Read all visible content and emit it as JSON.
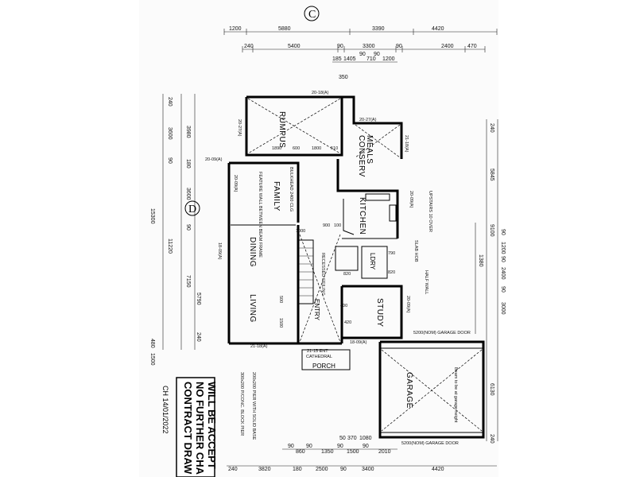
{
  "title": "",
  "section_markers": {
    "top": "C",
    "left": "D"
  },
  "dims_top_row1": [
    "1200",
    "5880",
    "3390",
    "4420"
  ],
  "dims_top_row2": [
    "240",
    "5400",
    "90",
    "3300",
    "90",
    "2400",
    "470"
  ],
  "dims_top_row3": [
    "185",
    "1405",
    "90",
    "710",
    "90",
    "1200"
  ],
  "dim_350": "350",
  "dims_bottom_row1": [
    "90",
    "860",
    "90",
    "1350",
    "90",
    "1500",
    "90",
    "2010"
  ],
  "dims_bottom_row1b": [
    "50",
    "370",
    "1080"
  ],
  "dims_bottom_row2": [
    "240",
    "3820",
    "180",
    "2500",
    "90",
    "3400",
    "4420"
  ],
  "dims_left": [
    "240",
    "3980",
    "180",
    "3600",
    "90",
    "3600",
    "90",
    "7150",
    "5790",
    "240",
    "480",
    "1500",
    "15300",
    "11220"
  ],
  "dims_right": [
    "240",
    "5845",
    "90",
    "1200",
    "90",
    "2400",
    "90",
    "3000",
    "1380",
    "9100",
    "6130",
    "240"
  ],
  "rooms": {
    "rumpus": "RUMPUS",
    "meals": "MEALS",
    "conserv": "CONSERV",
    "family": "FAMILY",
    "kitchen": "KITCHEN",
    "dining": "DINING",
    "living": "LIVING",
    "study": "STUDY",
    "entry": "ENTRY",
    "ldry": "LDRY",
    "porch": "PORCH",
    "garage": "GARAGE"
  },
  "room_dims": {
    "rumpus_inner": [
      "1890",
      "600",
      "1800",
      "510"
    ],
    "windows": [
      "20-18(A)",
      "20-27(A)",
      "20-27(A)",
      "20-09(A)",
      "20-09(A)",
      "18-09(A)",
      "21-18(A)",
      "20-09(A)",
      "18-09(A)",
      "21-15 ENT",
      "20-09(A)",
      "21-18(A)"
    ],
    "entry_dims": [
      "900",
      "100",
      "500",
      "1500",
      "400",
      "420",
      "820",
      "820",
      "1000",
      "790"
    ],
    "garage_doors": [
      "5200(NOM) GARAGE DOOR",
      "5200(NOM) GARAGE DOOR"
    ],
    "cathedral": "CATHEDRAL"
  },
  "notes": {
    "feature_wall": "FEATURE WALL BETWEEN BEAM FRAME",
    "bulkhead": "BULKHEAD 2400 CLG",
    "pier": "200x200 PIER WITH SOLID BASE",
    "recessed": "RECESSED CEILING",
    "half_wall": "HALF WALL",
    "tile_shower": "SLAB HOB",
    "store": "300x200 P/CONC. BLOCK PIER",
    "garage_note": "Beam to be at garage height",
    "upstairs": "UPSTAIRS 10 OVER"
  },
  "stamp": {
    "line1": "CONTRACT DRAW",
    "line2": "NO FURTHER CHA",
    "line3": "WILL BE ACCEPT",
    "side": "CH 14/01/2022"
  }
}
